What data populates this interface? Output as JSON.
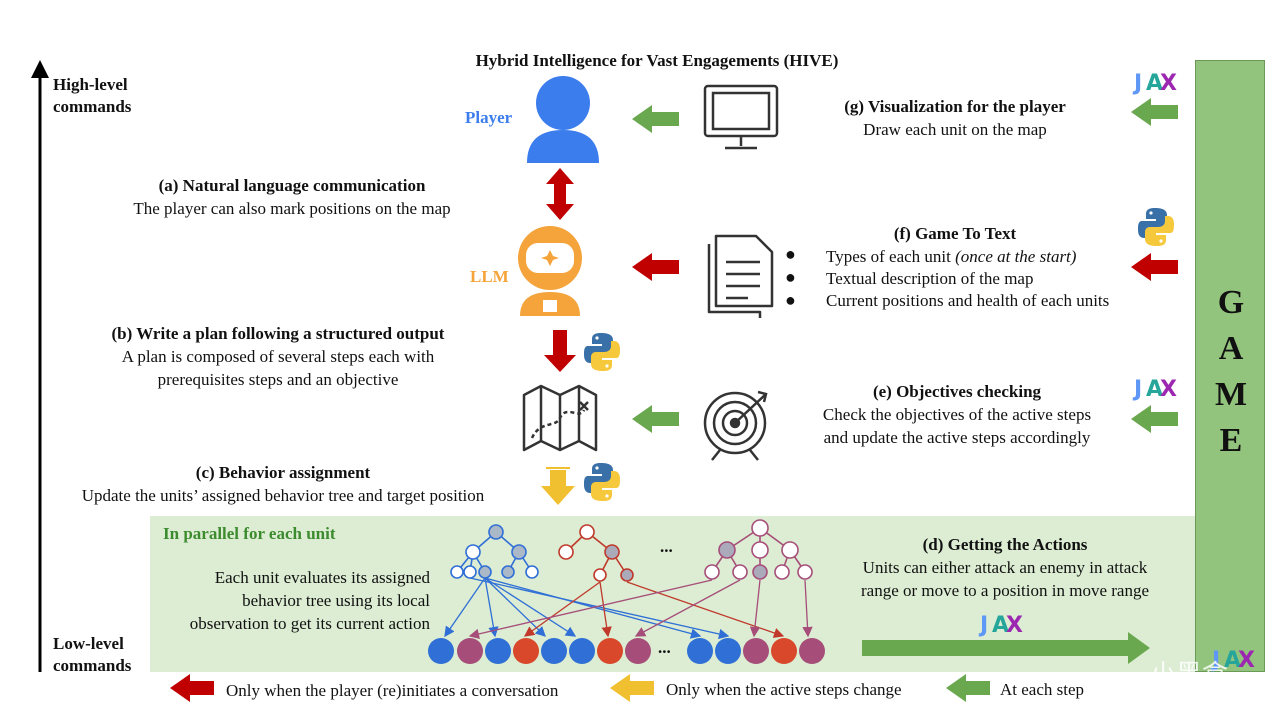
{
  "title": "Hybrid Intelligence for Vast Engagements (HIVE)",
  "axis": {
    "high": [
      "High-level",
      "commands"
    ],
    "low": [
      "Low-level",
      "commands"
    ]
  },
  "player_label": "Player",
  "llm_label": "LLM",
  "game_letters": [
    "G",
    "A",
    "M",
    "E"
  ],
  "a": {
    "title": "(a) Natural language communication",
    "lines": [
      "The player can also mark positions on the map"
    ]
  },
  "b": {
    "title": "(b) Write a plan following a structured output",
    "lines": [
      "A plan is composed of several steps each with",
      "prerequisites steps and an objective"
    ]
  },
  "c": {
    "title": "(c) Behavior assignment",
    "lines": [
      "Update the units’ assigned behavior tree and target position"
    ]
  },
  "d": {
    "title": "(d) Getting the Actions",
    "lines": [
      "Units can either attack an enemy in attack",
      "range or move to a position in move range"
    ]
  },
  "e": {
    "title": "(e) Objectives checking",
    "lines": [
      "Check the objectives of the active steps",
      "and update the active steps accordingly"
    ]
  },
  "f": {
    "title": "(f) Game To Text",
    "bullets": [
      "Types of each unit",
      "Textual description of the map",
      "Current positions and health of each units"
    ],
    "bullet_italic": "(once at the start)"
  },
  "g": {
    "title": "(g) Visualization for the player",
    "lines": [
      "Draw each unit on the map"
    ]
  },
  "parallel": {
    "title": "In parallel for each unit",
    "lines": [
      "Each unit evaluates its assigned",
      "behavior tree using its local",
      "observation to get its current action"
    ],
    "ellipsis": "..."
  },
  "legend": {
    "red": "Only when the player (re)initiates a conversation",
    "yellow": "Only when the active steps change",
    "green": "At each step"
  },
  "watermark": "小黑盒",
  "colors": {
    "red": "#c00000",
    "yellow": "#f0c030",
    "green": "#6aa84f",
    "blue_unit": "#2f6fd6",
    "plum_unit": "#a64d79",
    "orange_unit": "#d9482b",
    "panel": "#dcedd3",
    "game": "#93c47d",
    "player": "#3b7ded",
    "llm": "#f4a43a"
  },
  "units": [
    "blue",
    "plum",
    "blue",
    "orange",
    "blue",
    "blue",
    "orange",
    "plum",
    "blue",
    "blue",
    "plum",
    "orange",
    "plum"
  ]
}
